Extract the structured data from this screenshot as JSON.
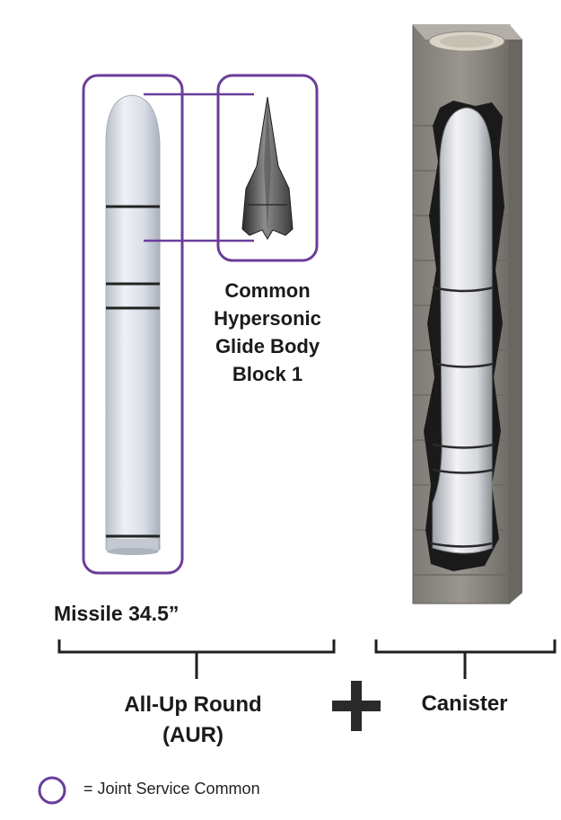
{
  "labels": {
    "glide_body": [
      "Common",
      "Hypersonic",
      "Glide Body",
      "Block 1"
    ],
    "missile": "Missile 34.5”",
    "aur": [
      "All-Up Round",
      "(AUR)"
    ],
    "canister": "Canister",
    "plus_sign": "+"
  },
  "legend": {
    "icon": "purple-circle-icon",
    "text": "= Joint Service Common"
  },
  "colors": {
    "joint_service_outline": "#6a3d9a",
    "missile_body": "#d8dce4",
    "canister_wall": "#8e8a84",
    "bracket": "#1f1f1f"
  }
}
